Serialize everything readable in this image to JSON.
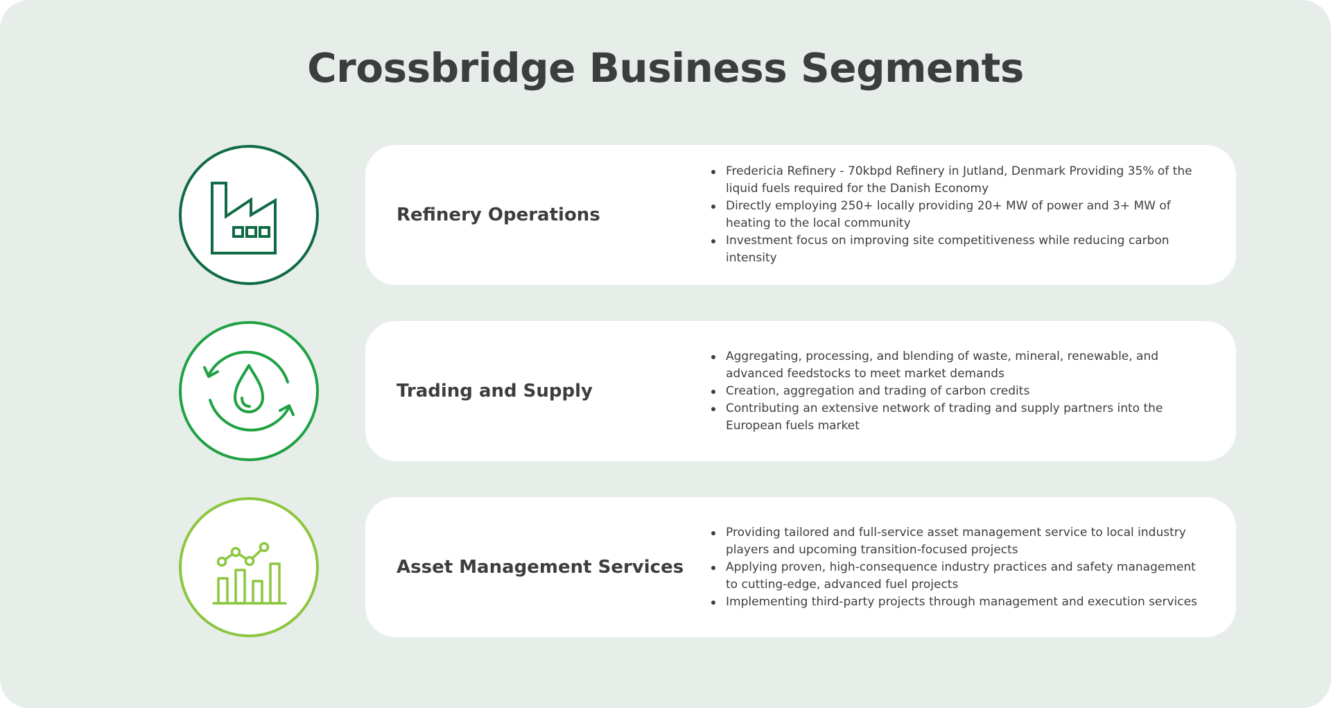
{
  "title": "Crossbridge Business Segments",
  "colors": {
    "background": "#e7eeea",
    "card": "#ffffff",
    "text": "#3c3d3f",
    "dark_green": "#0f6b45",
    "mid_green": "#1fa143",
    "light_green": "#8cc63f"
  },
  "segments": [
    {
      "name": "Refinery Operations",
      "icon": "factory-icon",
      "bullets": [
        "Fredericia Refinery - 70kbpd Refinery in Jutland, Denmark Providing 35% of the liquid fuels required for the Danish Economy",
        "Directly employing 250+ locally providing 20+ MW of power and 3+ MW of heating to the local community",
        "Investment focus on improving site competitiveness while reducing carbon intensity"
      ]
    },
    {
      "name": "Trading and Supply",
      "icon": "oil-drop-cycle-icon",
      "bullets": [
        "Aggregating, processing, and blending of waste, mineral, renewable, and advanced feedstocks to meet market demands",
        "Creation, aggregation and trading of carbon credits",
        "Contributing an extensive network of trading and supply partners into the European fuels market"
      ]
    },
    {
      "name": "Asset Management Services",
      "icon": "growth-chart-icon",
      "bullets": [
        "Providing tailored and full-service asset management service to local industry players and upcoming transition-focused projects",
        "Applying proven, high-consequence industry practices and safety management to cutting-edge, advanced fuel projects",
        "Implementing third-party projects through management and execution services"
      ]
    }
  ]
}
